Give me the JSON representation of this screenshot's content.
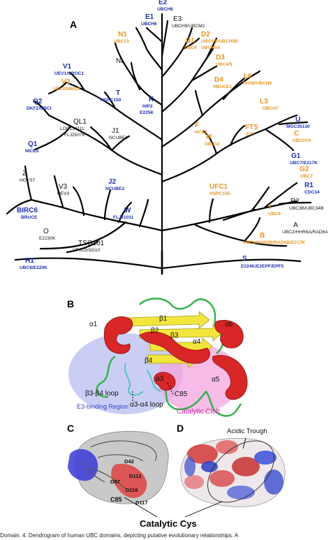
{
  "panels": {
    "a": "A",
    "b": "B",
    "c": "C",
    "d": "D"
  },
  "leaves": [
    {
      "id": "e2",
      "name": "E2",
      "alias": "UBCH8",
      "color": "blue"
    },
    {
      "id": "e1",
      "name": "E1",
      "alias": "UBCH6",
      "color": "blue"
    },
    {
      "id": "e3",
      "name": "E3",
      "alias": "UBCH9/UBCM2",
      "color": "black"
    },
    {
      "id": "n1",
      "name": "N1",
      "alias": "UBC13",
      "color": "orange"
    },
    {
      "id": "d1",
      "name": "D1",
      "alias": "UBC6",
      "color": "orange"
    },
    {
      "id": "d2",
      "name": "D2",
      "alias": "UBC4/5/UBCH5B",
      "color": "orange"
    },
    {
      "id": "d2b",
      "name": "",
      "alias": "UBCH5A",
      "color": "orange"
    },
    {
      "id": "d3",
      "name": "D3",
      "alias": "UBC4/5",
      "color": "orange"
    },
    {
      "id": "nl",
      "name": "NL",
      "alias": "",
      "color": "black"
    },
    {
      "id": "v1",
      "name": "V1",
      "alias": "UEV1/CROC1",
      "color": "blue"
    },
    {
      "id": "v2",
      "name": "V2",
      "alias": "UEV2/MMS2",
      "color": "orange"
    },
    {
      "id": "d4",
      "name": "D4",
      "alias": "HBUCE1",
      "color": "orange"
    },
    {
      "id": "l6",
      "name": "L6",
      "alias": "RIGB/UBCH8",
      "color": "orange"
    },
    {
      "id": "t",
      "name": "T",
      "alias": "HSPC150",
      "color": "blue"
    },
    {
      "id": "k",
      "name": "K",
      "alias": "HIP2",
      "alias2": "E225K",
      "color": "blue"
    },
    {
      "id": "q2",
      "name": "Q2",
      "alias": "DKFZ/UBCI",
      "color": "blue"
    },
    {
      "id": "l3",
      "name": "L3",
      "alias": "UBCH7",
      "color": "orange"
    },
    {
      "id": "ql1",
      "name": "QL1",
      "alias": "LOC134111",
      "alias2": "FLJ25076",
      "color": "black"
    },
    {
      "id": "j1",
      "name": "J1",
      "alias": "NCUBE1",
      "color": "black"
    },
    {
      "id": "f",
      "name": "F",
      "alias": "NCE2",
      "color": "orange"
    },
    {
      "id": "fts",
      "name": "FTS",
      "alias": "FT1",
      "color": "orange"
    },
    {
      "id": "u",
      "name": "U",
      "alias": "MGC35130",
      "color": "blue"
    },
    {
      "id": "m",
      "name": "M",
      "alias": "UBC12",
      "color": "orange"
    },
    {
      "id": "c",
      "name": "C",
      "alias": "UBCH10",
      "color": "orange"
    },
    {
      "id": "q1",
      "name": "Q1",
      "alias": "NICE5",
      "color": "blue"
    },
    {
      "id": "g1",
      "name": "G1",
      "alias": "UBC7/E217K",
      "color": "blue"
    },
    {
      "id": "g2",
      "name": "G2",
      "alias": "UBC7",
      "color": "orange"
    },
    {
      "id": "z",
      "name": "Z",
      "alias": "HOYS7",
      "color": "black"
    },
    {
      "id": "j2",
      "name": "J2",
      "alias": "NCUBE2",
      "color": "blue"
    },
    {
      "id": "ufc1",
      "name": "UFC1",
      "alias": "HSPC155",
      "color": "orange"
    },
    {
      "id": "r1",
      "name": "R1",
      "alias": "CDC34",
      "color": "blue"
    },
    {
      "id": "v3",
      "name": "V3",
      "alias": "UEV3",
      "color": "black"
    },
    {
      "id": "r2",
      "name": "R2",
      "alias": "UBC3B/UBC34B",
      "color": "black"
    },
    {
      "id": "birc6",
      "name": "BIRC6",
      "alias": "BRUCE",
      "color": "blue"
    },
    {
      "id": "w",
      "name": "W",
      "alias": "FLJ11011",
      "color": "blue"
    },
    {
      "id": "i",
      "name": "I",
      "alias": "UBC9",
      "color": "orange"
    },
    {
      "id": "o",
      "name": "O",
      "alias": "E2230K",
      "color": "black"
    },
    {
      "id": "a",
      "name": "A",
      "alias": "UBC2/HHR6A/RAD6A",
      "color": "black"
    },
    {
      "id": "b",
      "name": "B",
      "alias": "UBC2/HHR6B/RAD6B/E217K",
      "color": "orange"
    },
    {
      "id": "tsg101",
      "name": "TSG101",
      "alias": "VPS23/SG10",
      "color": "black"
    },
    {
      "id": "h1",
      "name": "H1",
      "alias": "UBC8/E220K",
      "color": "blue"
    },
    {
      "id": "s",
      "name": "S",
      "alias": "E224K/E2EPF/EPF5",
      "color": "blue"
    }
  ],
  "structure_labels": {
    "a1": "α1",
    "b1": "β1",
    "b2": "β2",
    "b3": "β3",
    "a4": "α4",
    "a6": "α6",
    "b4": "β4",
    "a3": "α3",
    "a5": "α5",
    "c85": "C85",
    "b3b4_loop": "β3-β4 loop",
    "a3a4_loop": "α3-α4 loop",
    "e3_region": "E3-binding Region",
    "catalytic_cleft": "Catalytic Cleft"
  },
  "residue_labels": {
    "d42": "D42",
    "d112": "D112",
    "d87": "D87",
    "d116": "D116",
    "d117": "D117",
    "c85": "C85"
  },
  "acidic_trough": "Acidic Trough",
  "catalytic_cys": "Catalytic Cys",
  "caption": "Domain. 4. Dendrogram of human UBC domains, depicting putative evolutionary relationships. A"
}
